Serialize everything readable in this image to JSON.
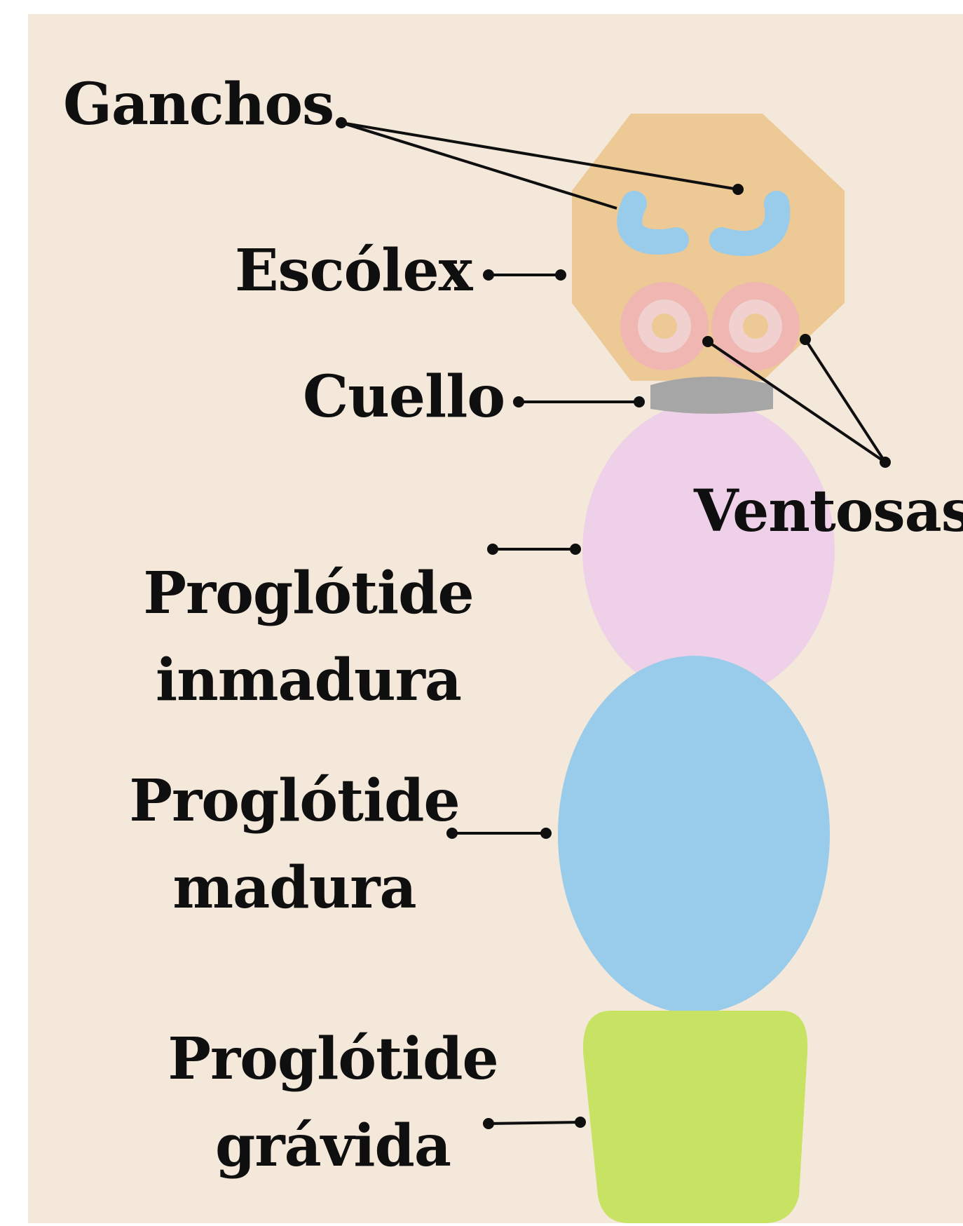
{
  "colors": {
    "background": "#f3e8da",
    "scolex": "#edc995",
    "hooks": "#99cbea",
    "suckers_outer": "#efb6b2",
    "suckers_inner": "#f0d1cf",
    "neck": "#a6a6a6",
    "immature": "#efd0e9",
    "mature": "#99cbea",
    "gravid": "#c8e264",
    "ink": "#0f0f0f"
  },
  "labels": {
    "ganchos": "Ganchos",
    "escolex": "Escólex",
    "cuello": "Cuello",
    "ventosas": "Ventosas",
    "inmadura_1": "Proglótide",
    "inmadura_2": "inmadura",
    "madura_1": "Proglótide",
    "madura_2": "madura",
    "gravida_1": "Proglótide",
    "gravida_2": "grávida"
  }
}
